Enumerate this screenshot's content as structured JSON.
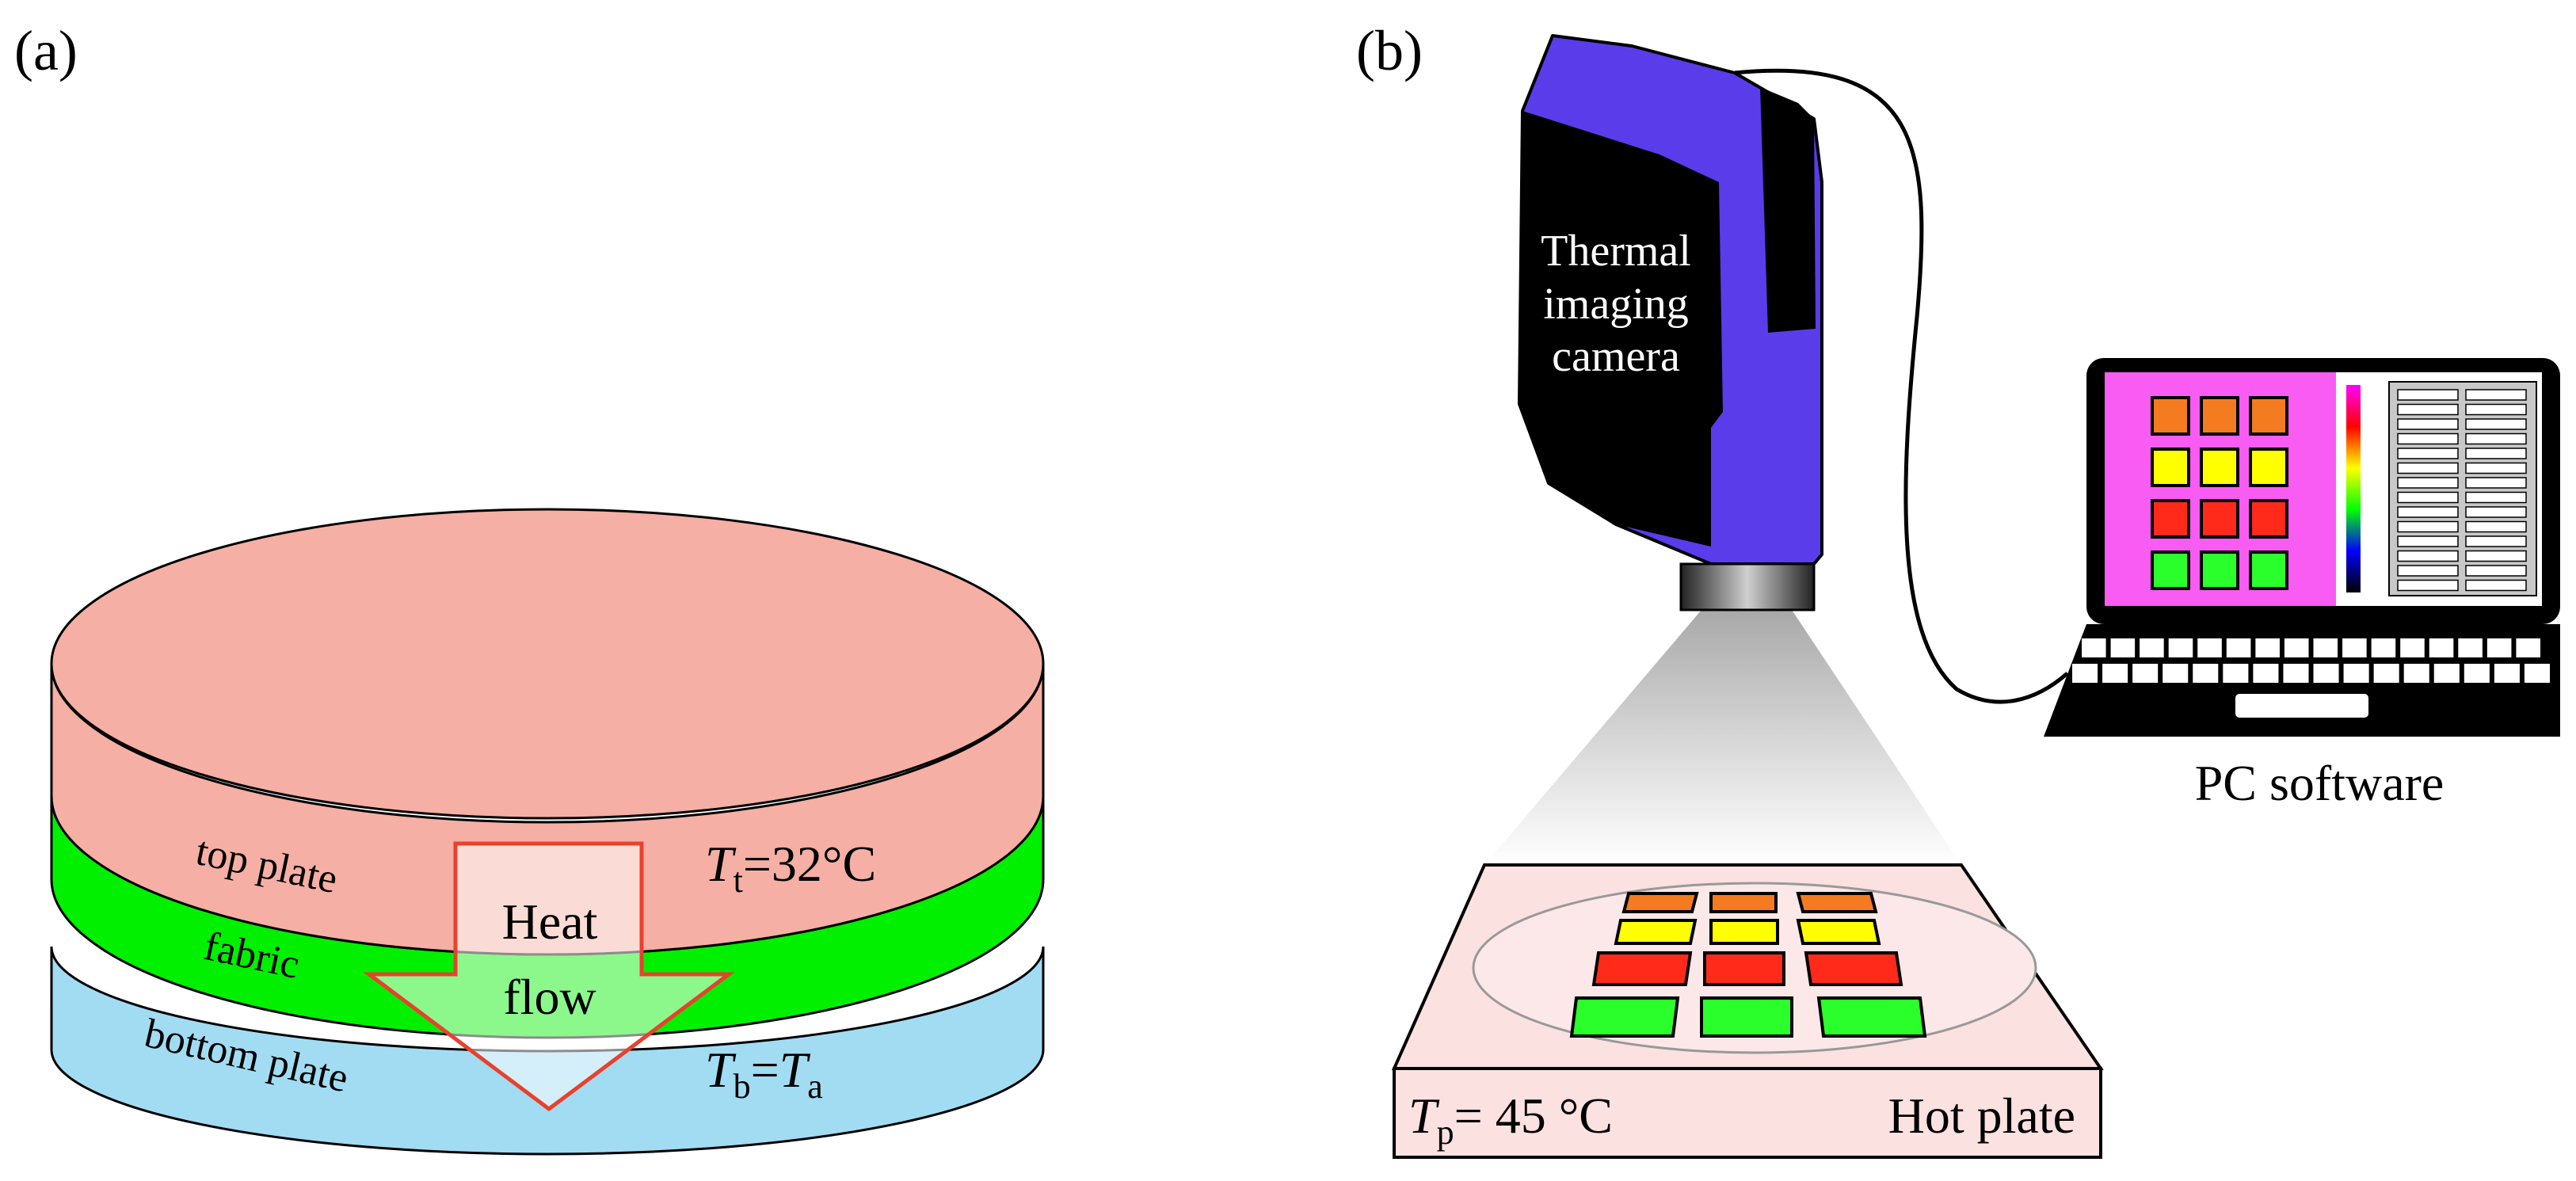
{
  "panel_a": {
    "label": "(a)",
    "top_plate": "top plate",
    "fabric": "fabric",
    "bottom_plate": "bottom plate",
    "heat": "Heat",
    "flow": "flow",
    "tt_var": "T",
    "tt_sub": "t",
    "tt_val": "=32°C",
    "tb_var": "T",
    "tb_sub": "b",
    "tb_eq": "=",
    "ta_var": "T",
    "ta_sub": "a",
    "colors": {
      "top": "#f5afa4",
      "fabric": "#00f000",
      "bottom": "#a2dcf3",
      "arrow": "#e8412e"
    }
  },
  "panel_b": {
    "label": "(b)",
    "camera_line1": "Thermal",
    "camera_line2": "imaging",
    "camera_line3": "camera",
    "pc_label": "PC software",
    "tp_var": "T",
    "tp_sub": "p",
    "tp_val": "= 45 °C",
    "hot_plate": "Hot plate",
    "colors": {
      "camera": "#5a3cea",
      "screen": "#f95cf2",
      "plate": "#fce1e1"
    },
    "sample_rows": [
      "orange",
      "yellow",
      "red",
      "green"
    ]
  }
}
